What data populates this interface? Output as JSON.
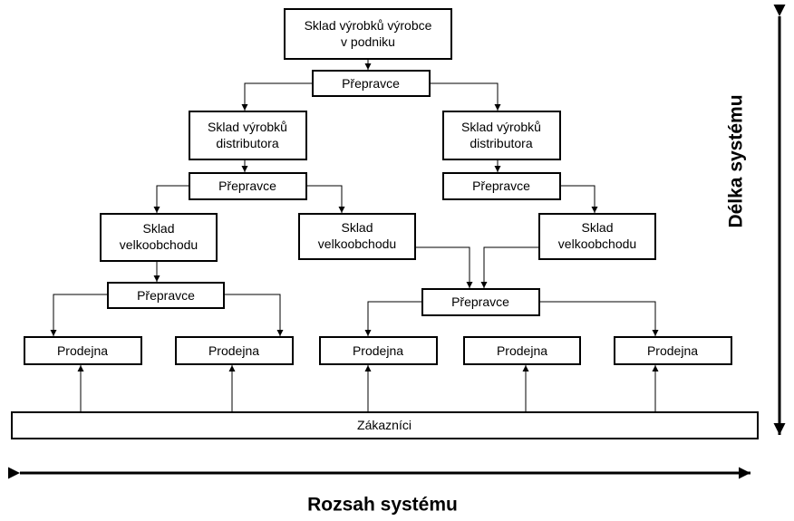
{
  "nodes": {
    "manufacturer_warehouse": {
      "line1": "Sklad výrobků výrobce",
      "line2": "v podniku"
    },
    "carrier_top": "Přepravce",
    "distributor_warehouse_left": {
      "line1": "Sklad výrobků",
      "line2": "distributora"
    },
    "distributor_warehouse_right": {
      "line1": "Sklad výrobků",
      "line2": "distributora"
    },
    "carrier_mid_left": "Přepravce",
    "carrier_mid_right": "Přepravce",
    "wholesale_1": {
      "line1": "Sklad",
      "line2": "velkoobchodu"
    },
    "wholesale_2": {
      "line1": "Sklad",
      "line2": "velkoobchodu"
    },
    "wholesale_3": {
      "line1": "Sklad",
      "line2": "velkoobchodu"
    },
    "carrier_low_left": "Přepravce",
    "carrier_low_right": "Přepravce",
    "shops": [
      "Prodejna",
      "Prodejna",
      "Prodejna",
      "Prodejna",
      "Prodejna"
    ],
    "customers": "Zákazníci"
  },
  "axes": {
    "horizontal": "Rozsah systému",
    "vertical": "Délka systému"
  }
}
